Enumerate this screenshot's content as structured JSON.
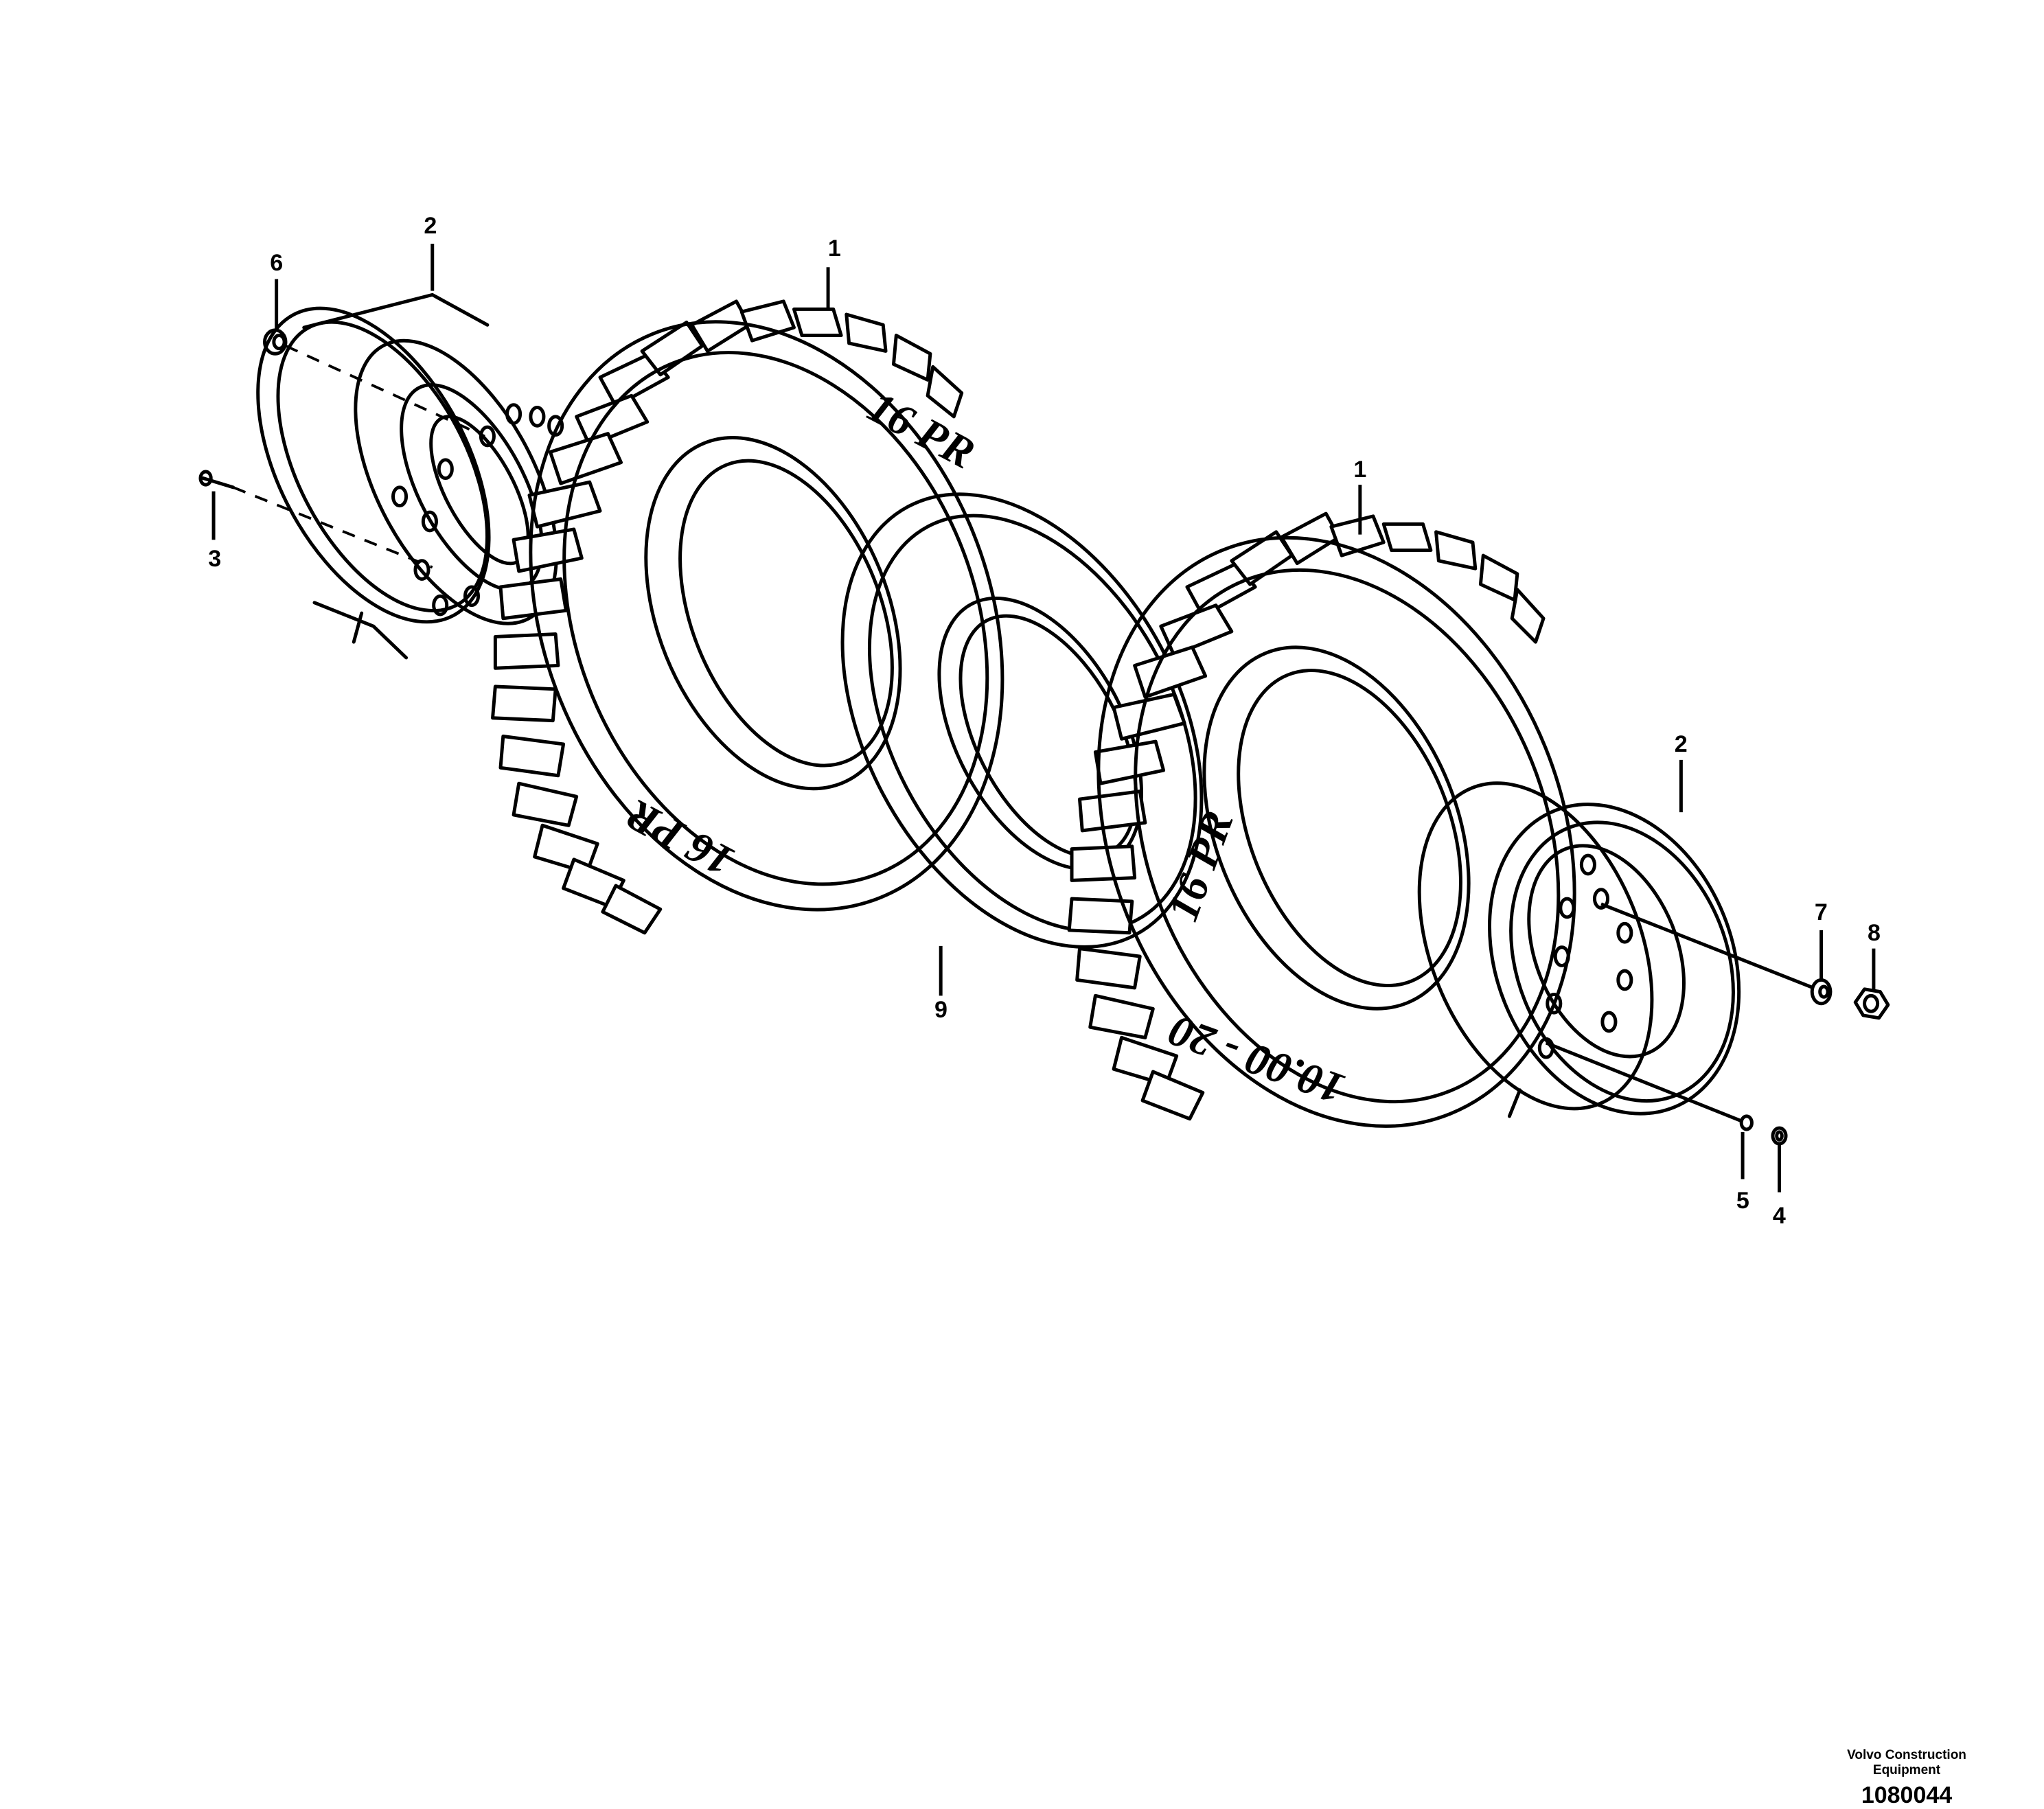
{
  "callouts": {
    "c1a": "1",
    "c1b": "1",
    "c2a": "2",
    "c2b": "2",
    "c3": "3",
    "c4": "4",
    "c5": "5",
    "c6": "6",
    "c7": "7",
    "c8": "8",
    "c9": "9"
  },
  "tire_markings": {
    "ply_rating": "16 PR",
    "size": "10.00 - 20"
  },
  "caption": {
    "company": "Volvo Construction Equipment",
    "drawing_number": "1080044"
  }
}
